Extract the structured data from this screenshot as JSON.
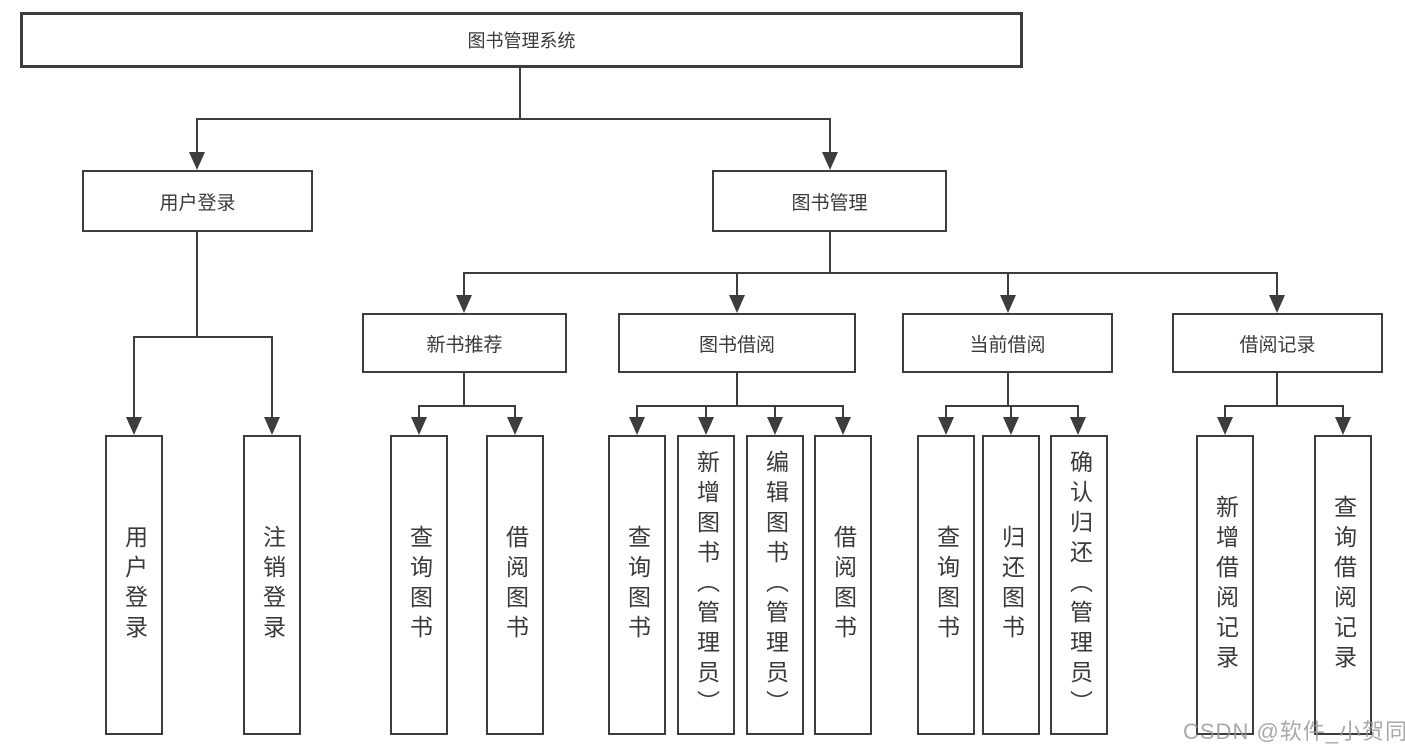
{
  "diagram": {
    "root": {
      "label": "图书管理系统"
    },
    "level1": [
      {
        "label": "用户登录"
      },
      {
        "label": "图书管理"
      }
    ],
    "level2": [
      {
        "label": "新书推荐"
      },
      {
        "label": "图书借阅"
      },
      {
        "label": "当前借阅"
      },
      {
        "label": "借阅记录"
      }
    ],
    "leaves": [
      {
        "label": "用户登录"
      },
      {
        "label": "注销登录"
      },
      {
        "label": "查询图书"
      },
      {
        "label": "借阅图书"
      },
      {
        "label": "查询图书"
      },
      {
        "label": "新增图书（管理员）"
      },
      {
        "label": "编辑图书（管理员）"
      },
      {
        "label": "借阅图书"
      },
      {
        "label": "查询图书"
      },
      {
        "label": "归还图书"
      },
      {
        "label": "确认归还（管理员）"
      },
      {
        "label": "新增借阅记录"
      },
      {
        "label": "查询借阅记录"
      }
    ],
    "watermark": "CSDN @软件_小贺同学",
    "colors": {
      "line": "#3d3d3d",
      "text": "#3a3a3a",
      "watermark": "#969696",
      "background": "#ffffff"
    }
  }
}
